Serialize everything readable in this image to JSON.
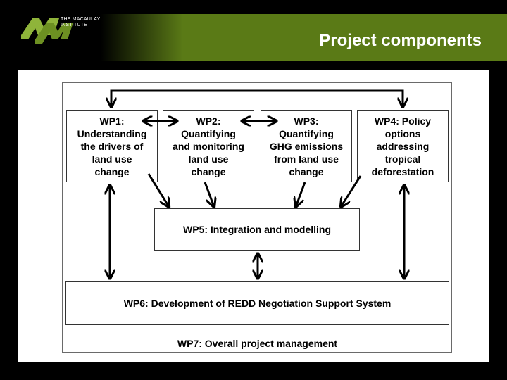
{
  "header": {
    "logo_line1": "THE MACAULAY",
    "logo_line2": "INSTITUTE",
    "title": "Project components"
  },
  "diagram": {
    "wp1": "WP1:\nUnderstanding\nthe drivers of\nland use\nchange",
    "wp2": "WP2:\nQuantifying\nand monitoring\nland use\nchange",
    "wp3": "WP3:\nQuantifying\nGHG emissions\nfrom land use\nchange",
    "wp4": "WP4: Policy\noptions\naddressing\ntropical\ndeforestation",
    "wp5": "WP5: Integration and modelling",
    "wp6": "WP6: Development of REDD Negotiation Support System",
    "wp7": "WP7: Overall project management"
  },
  "colors": {
    "band": "#5a7a16",
    "logo": "#8fb43a",
    "background": "#000000"
  }
}
